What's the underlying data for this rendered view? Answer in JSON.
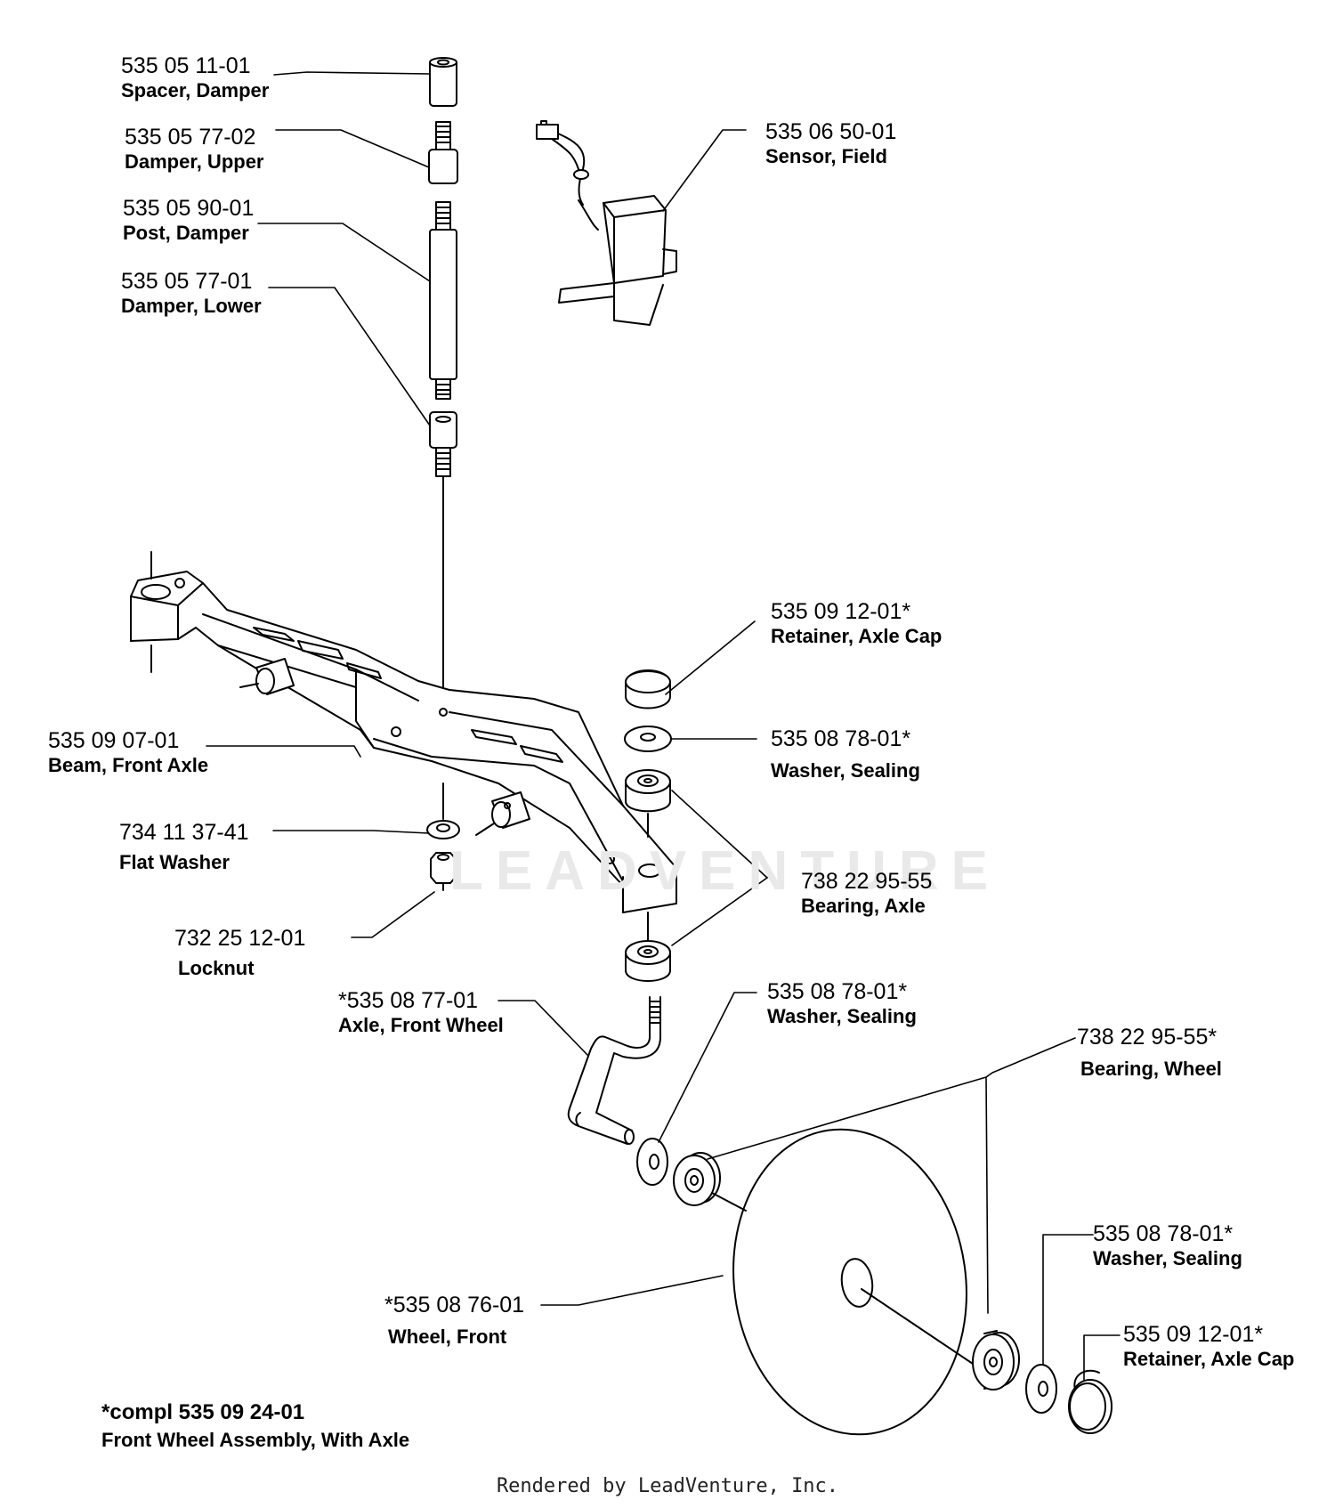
{
  "parts": [
    {
      "id": "spacer-damper",
      "number": "535 05 11-01",
      "name": "Spacer, Damper"
    },
    {
      "id": "damper-upper",
      "number": "535 05 77-02",
      "name": "Damper, Upper"
    },
    {
      "id": "post-damper",
      "number": "535 05 90-01",
      "name": "Post, Damper"
    },
    {
      "id": "damper-lower",
      "number": "535 05 77-01",
      "name": "Damper, Lower"
    },
    {
      "id": "sensor-field",
      "number": "535 06 50-01",
      "name": "Sensor, Field"
    },
    {
      "id": "retainer-axle-cap-top",
      "number": "535 09 12-01*",
      "name": "Retainer, Axle Cap"
    },
    {
      "id": "washer-sealing-top",
      "number": "535 08 78-01*",
      "name": "Washer, Sealing"
    },
    {
      "id": "beam-front-axle",
      "number": "535 09 07-01",
      "name": "Beam, Front Axle"
    },
    {
      "id": "flat-washer",
      "number": "734 11 37-41",
      "name": "Flat Washer"
    },
    {
      "id": "bearing-axle",
      "number": "738 22 95-55",
      "name": "Bearing, Axle"
    },
    {
      "id": "locknut",
      "number": "732 25 12-01",
      "name": "Locknut"
    },
    {
      "id": "axle-front-wheel",
      "number": "*535 08 77-01",
      "name": "Axle, Front Wheel"
    },
    {
      "id": "washer-sealing-mid",
      "number": "535 08 78-01*",
      "name": "Washer, Sealing"
    },
    {
      "id": "bearing-wheel",
      "number": "738 22 95-55*",
      "name": "Bearing, Wheel"
    },
    {
      "id": "washer-sealing-low",
      "number": "535 08 78-01*",
      "name": "Washer, Sealing"
    },
    {
      "id": "wheel-front",
      "number": "*535 08 76-01",
      "name": "Wheel, Front"
    },
    {
      "id": "retainer-axle-cap-low",
      "number": "535 09 12-01*",
      "name": "Retainer, Axle Cap"
    }
  ],
  "footnote": {
    "title": "*compl 535 09 24-01",
    "subtitle": "Front Wheel Assembly, With Axle"
  },
  "watermark": "LEADVENTURE",
  "credit": "Rendered by LeadVenture, Inc."
}
